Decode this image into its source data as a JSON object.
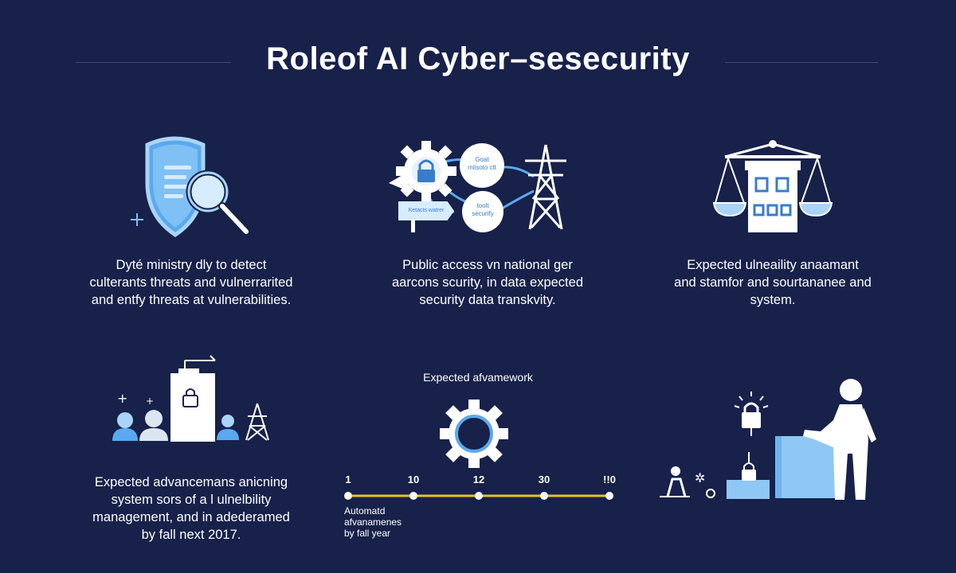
{
  "title": "Roleof AI Cyber–sesecurity",
  "colors": {
    "background": "#17214a",
    "accent_blue": "#5aa9ee",
    "light_blue": "#a9d4f7",
    "timeline_yellow": "#e9c21c",
    "white": "#ffffff"
  },
  "panels": {
    "detect": {
      "icons": [
        "shield-icon",
        "magnifier-icon",
        "sparkle-icon"
      ],
      "caption": [
        "Dyté ministry dly to detect",
        "culterants threats and vulnerrarited",
        "and entfy threats at vulnerabilities."
      ]
    },
    "access": {
      "icons": [
        "gear-lock-icon",
        "chat-bubble-icon",
        "transmission-tower-icon",
        "signpost-icon"
      ],
      "bubble_top": [
        "Goat",
        "milsoto ctt"
      ],
      "bubble_bottom": [
        "toolt",
        "securify"
      ],
      "sign_label": "Ketacts watrer",
      "caption": [
        "Public access vn national ger",
        "aarcons scurity, in data expected",
        "security data transkvity."
      ]
    },
    "assess": {
      "icons": [
        "balance-scale-icon",
        "building-icon"
      ],
      "caption": [
        "Expected ulneaility anaamant",
        "and stamfor and sourtananee and",
        "system."
      ]
    },
    "advance": {
      "icons": [
        "people-icon",
        "server-lock-icon",
        "antenna-icon"
      ],
      "caption": [
        "Expected advancemans anicning",
        "system sors of a l ulnelbility",
        "management, and in adederamed",
        "by fall next 2017."
      ]
    },
    "framework": {
      "label": "Expected afvamework",
      "icons": [
        "gear-icon"
      ],
      "ticks": [
        "1",
        "10",
        "12",
        "30",
        "!!0"
      ],
      "axis_caption": "Automatd afvanamenes by fall year"
    },
    "person": {
      "icons": [
        "person-icon",
        "alert-lock-icon",
        "box-icon",
        "padlock-icon",
        "worker-icon"
      ]
    }
  }
}
